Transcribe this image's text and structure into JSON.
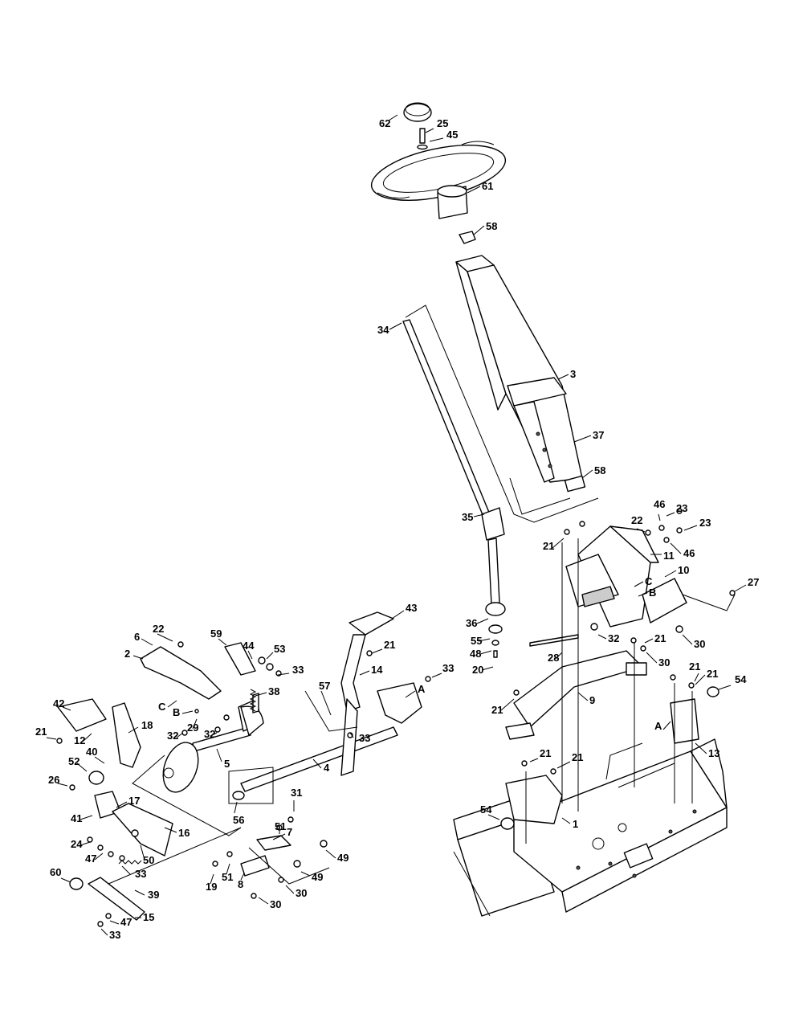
{
  "callouts": [
    {
      "text": "62"
    },
    {
      "text": "25"
    },
    {
      "text": "45"
    },
    {
      "text": "61"
    },
    {
      "text": "58"
    },
    {
      "text": "34"
    },
    {
      "text": "3"
    },
    {
      "text": "37"
    },
    {
      "text": "58"
    },
    {
      "text": "35"
    },
    {
      "text": "46"
    },
    {
      "text": "23"
    },
    {
      "text": "22"
    },
    {
      "text": "23"
    },
    {
      "text": "21"
    },
    {
      "text": "11"
    },
    {
      "text": "46"
    },
    {
      "text": "10"
    },
    {
      "text": "C"
    },
    {
      "text": "B"
    },
    {
      "text": "27"
    },
    {
      "text": "36"
    },
    {
      "text": "32"
    },
    {
      "text": "21"
    },
    {
      "text": "30"
    },
    {
      "text": "55"
    },
    {
      "text": "48"
    },
    {
      "text": "20"
    },
    {
      "text": "28"
    },
    {
      "text": "30"
    },
    {
      "text": "21"
    },
    {
      "text": "21"
    },
    {
      "text": "54"
    },
    {
      "text": "9"
    },
    {
      "text": "21"
    },
    {
      "text": "A"
    },
    {
      "text": "13"
    },
    {
      "text": "21"
    },
    {
      "text": "21"
    },
    {
      "text": "54"
    },
    {
      "text": "1"
    },
    {
      "text": "43"
    },
    {
      "text": "21"
    },
    {
      "text": "14"
    },
    {
      "text": "33"
    },
    {
      "text": "A"
    },
    {
      "text": "57"
    },
    {
      "text": "33"
    },
    {
      "text": "4"
    },
    {
      "text": "6"
    },
    {
      "text": "22"
    },
    {
      "text": "2"
    },
    {
      "text": "59"
    },
    {
      "text": "44"
    },
    {
      "text": "53"
    },
    {
      "text": "33"
    },
    {
      "text": "38"
    },
    {
      "text": "C"
    },
    {
      "text": "B"
    },
    {
      "text": "29"
    },
    {
      "text": "32"
    },
    {
      "text": "32"
    },
    {
      "text": "5"
    },
    {
      "text": "42"
    },
    {
      "text": "12"
    },
    {
      "text": "18"
    },
    {
      "text": "21"
    },
    {
      "text": "40"
    },
    {
      "text": "52"
    },
    {
      "text": "26"
    },
    {
      "text": "17"
    },
    {
      "text": "41"
    },
    {
      "text": "16"
    },
    {
      "text": "24"
    },
    {
      "text": "50"
    },
    {
      "text": "56"
    },
    {
      "text": "31"
    },
    {
      "text": "51"
    },
    {
      "text": "7"
    },
    {
      "text": "49"
    },
    {
      "text": "47"
    },
    {
      "text": "33"
    },
    {
      "text": "60"
    },
    {
      "text": "39"
    },
    {
      "text": "19"
    },
    {
      "text": "51"
    },
    {
      "text": "8"
    },
    {
      "text": "49"
    },
    {
      "text": "30"
    },
    {
      "text": "30"
    },
    {
      "text": "15"
    },
    {
      "text": "47"
    },
    {
      "text": "33"
    }
  ]
}
